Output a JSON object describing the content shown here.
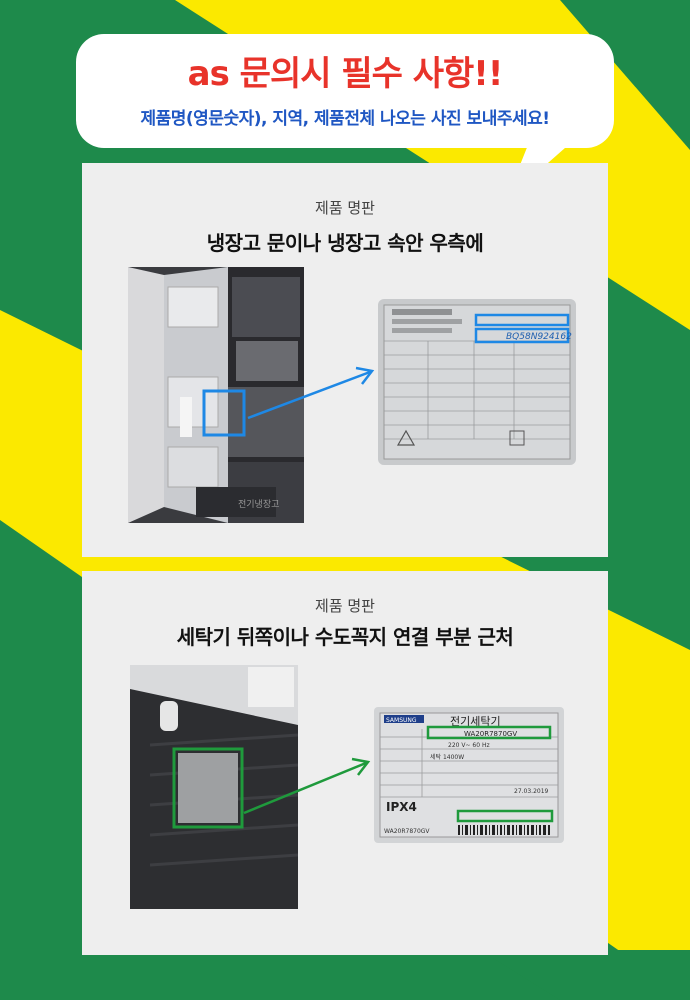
{
  "header": {
    "title": "as 문의시 필수 사항!!",
    "subtitle": "제품명(영문숫자), 지역, 제품전체 나오는 사진 보내주세요!"
  },
  "colors": {
    "green": "#1e8a4b",
    "yellow": "#fbe900",
    "red": "#e8332a",
    "blue": "#1f57c3",
    "highlight_blue": "#1e88e5",
    "highlight_green": "#1f9a3c"
  },
  "sections": [
    {
      "caption": "제품 명판",
      "description": "냉장고  문이나 냉장고 속안 우측에",
      "plate_serial": "BQ58N924162",
      "door_label": "전기냉장고"
    },
    {
      "caption": "제품 명판",
      "description": "세탁기  뒤쪽이나 수도꼭지 연결 부분 근처",
      "plate_brand": "SAMSUNG",
      "plate_title": "전기세탁기",
      "plate_model": "WA20R7870GV",
      "plate_voltage": "220 V~ 60 Hz",
      "plate_power": "세탁 1400W",
      "plate_ipx": "IPX4",
      "plate_date": "27.03.2019",
      "plate_model_bottom": "WA20R7870GV"
    }
  ]
}
